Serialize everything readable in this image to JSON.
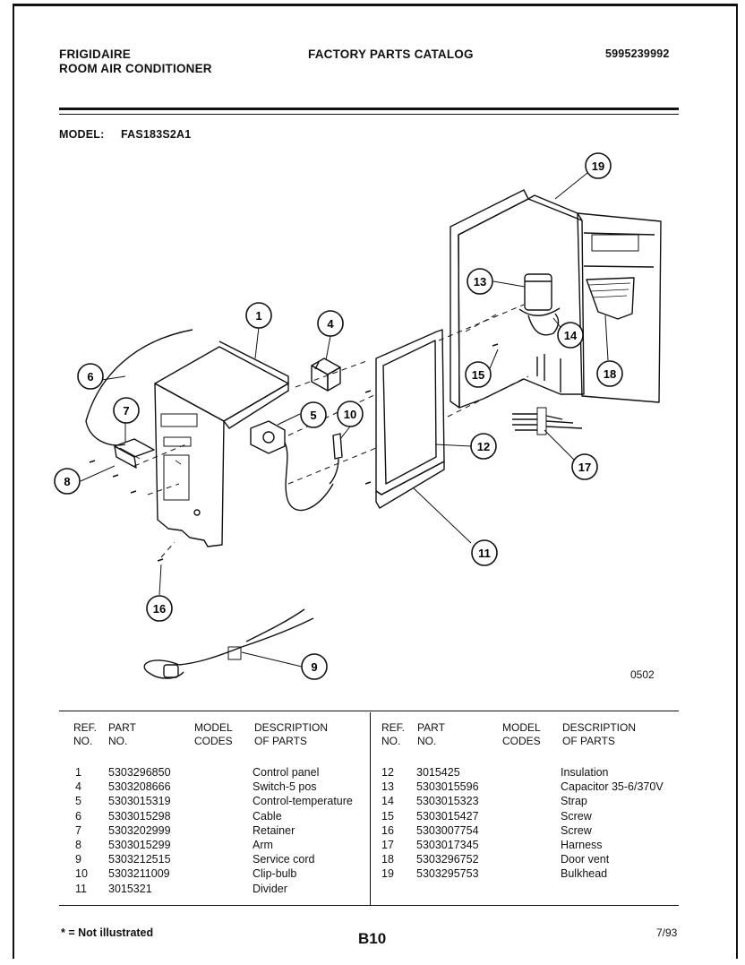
{
  "header": {
    "brand": "FRIGIDAIRE",
    "product": "ROOM AIR CONDITIONER",
    "catalog_title": "FACTORY PARTS CATALOG",
    "catalog_number": "5995239992",
    "model_label": "MODEL:",
    "model_value": "FAS183S2A1"
  },
  "diagram": {
    "callouts": [
      "1",
      "4",
      "5",
      "6",
      "7",
      "8",
      "9",
      "10",
      "11",
      "12",
      "13",
      "14",
      "15",
      "16",
      "17",
      "18",
      "19"
    ],
    "drawing_code": "0502"
  },
  "table": {
    "headers": {
      "ref_line1": "REF.",
      "ref_line2": "NO.",
      "part_line1": "PART",
      "part_line2": "NO.",
      "model_line1": "MODEL",
      "model_line2": "CODES",
      "desc_line1": "DESCRIPTION",
      "desc_line2": "OF PARTS"
    },
    "left_rows": [
      {
        "ref": "1",
        "part": "5303296850",
        "desc": "Control panel"
      },
      {
        "ref": "4",
        "part": "5303208666",
        "desc": "Switch-5 pos"
      },
      {
        "ref": "5",
        "part": "5303015319",
        "desc": "Control-temperature"
      },
      {
        "ref": "6",
        "part": "5303015298",
        "desc": "Cable"
      },
      {
        "ref": "7",
        "part": "5303202999",
        "desc": "Retainer"
      },
      {
        "ref": "8",
        "part": "5303015299",
        "desc": "Arm"
      },
      {
        "ref": "9",
        "part": "5303212515",
        "desc": "Service cord"
      },
      {
        "ref": "10",
        "part": "5303211009",
        "desc": "Clip-bulb"
      },
      {
        "ref": "11",
        "part": "3015321",
        "desc": "Divider"
      }
    ],
    "right_rows": [
      {
        "ref": "12",
        "part": "3015425",
        "desc": "Insulation"
      },
      {
        "ref": "13",
        "part": "5303015596",
        "desc": "Capacitor 35-6/370V"
      },
      {
        "ref": "14",
        "part": "5303015323",
        "desc": "Strap"
      },
      {
        "ref": "15",
        "part": "5303015427",
        "desc": "Screw"
      },
      {
        "ref": "16",
        "part": "5303007754",
        "desc": "Screw"
      },
      {
        "ref": "17",
        "part": "5303017345",
        "desc": "Harness"
      },
      {
        "ref": "18",
        "part": "5303296752",
        "desc": "Door vent"
      },
      {
        "ref": "19",
        "part": "5303295753",
        "desc": "Bulkhead"
      }
    ]
  },
  "footer": {
    "note": "* = Not illustrated",
    "page_code": "B10",
    "date": "7/93"
  }
}
